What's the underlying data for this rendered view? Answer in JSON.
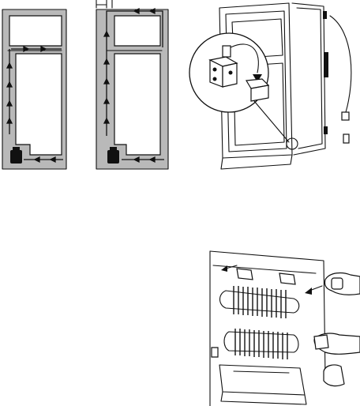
{
  "figures": [
    {
      "id": "airflow-panel-left",
      "shows": "cabinet-section-airflow"
    },
    {
      "id": "airflow-panel-right",
      "shows": "cabinet-section-airflow"
    },
    {
      "id": "door-hinge-panel",
      "shows": "door-reversal-hinge-detail"
    },
    {
      "id": "rear-condenser-panel",
      "shows": "rear-condenser-spacer-fitting"
    }
  ],
  "colors": {
    "line": "#111111",
    "wall_fill": "#b9b9b9",
    "background": "#ffffff"
  },
  "icons": [
    "arrow-icon",
    "hand-icon",
    "spacer-icon",
    "hinge-icon",
    "compressor-icon"
  ]
}
